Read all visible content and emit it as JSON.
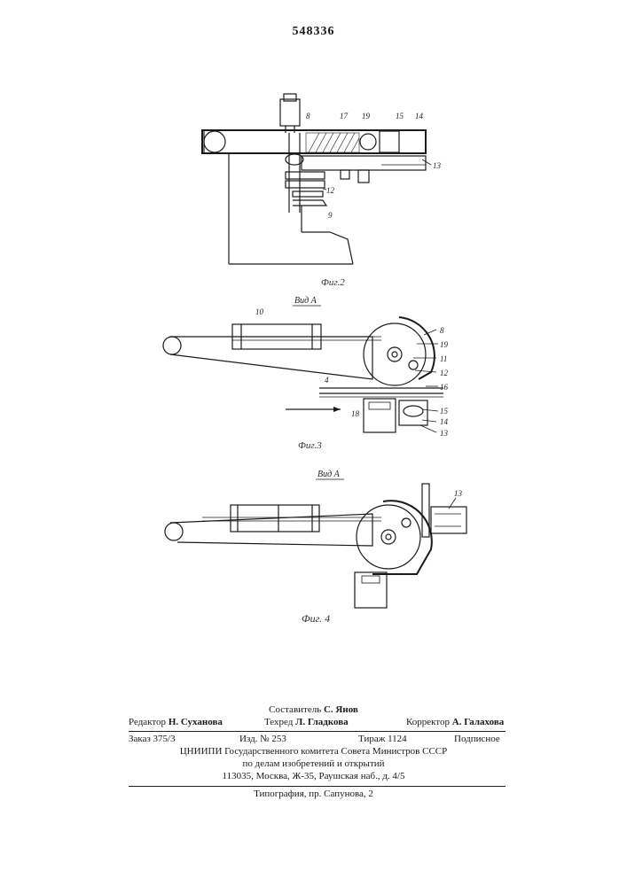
{
  "patent_number": "548336",
  "figures": {
    "fig2": {
      "caption": "Фиг.2",
      "labels": [
        "8",
        "17",
        "19",
        "15",
        "14",
        "13",
        "12",
        "9"
      ]
    },
    "fig3": {
      "view_label": "Вид А",
      "caption": "Фиг.3",
      "labels": [
        "10",
        "8",
        "19",
        "11",
        "12",
        "16",
        "4",
        "18",
        "15",
        "14",
        "13"
      ]
    },
    "fig4": {
      "view_label": "Вид А",
      "caption": "Фиг. 4",
      "labels": [
        "13"
      ]
    }
  },
  "footer": {
    "compiler_label": "Составитель",
    "compiler_name": "С. Янов",
    "editor_label": "Редактор",
    "editor_name": "Н. Суханова",
    "techred_label": "Техред",
    "techred_name": "Л. Гладкова",
    "corrector_label": "Корректор",
    "corrector_name": "А. Галахова",
    "order": "Заказ 375/3",
    "edition": "Изд. № 253",
    "print_run": "Тираж 1124",
    "subscription": "Подписное",
    "org_line1": "ЦНИИПИ Государственного комитета Совета Министров СССР",
    "org_line2": "по делам изобретений и открытий",
    "org_line3": "113035, Москва, Ж-35, Раушская наб., д. 4/5",
    "printing_house": "Типография, пр. Сапунова, 2"
  }
}
